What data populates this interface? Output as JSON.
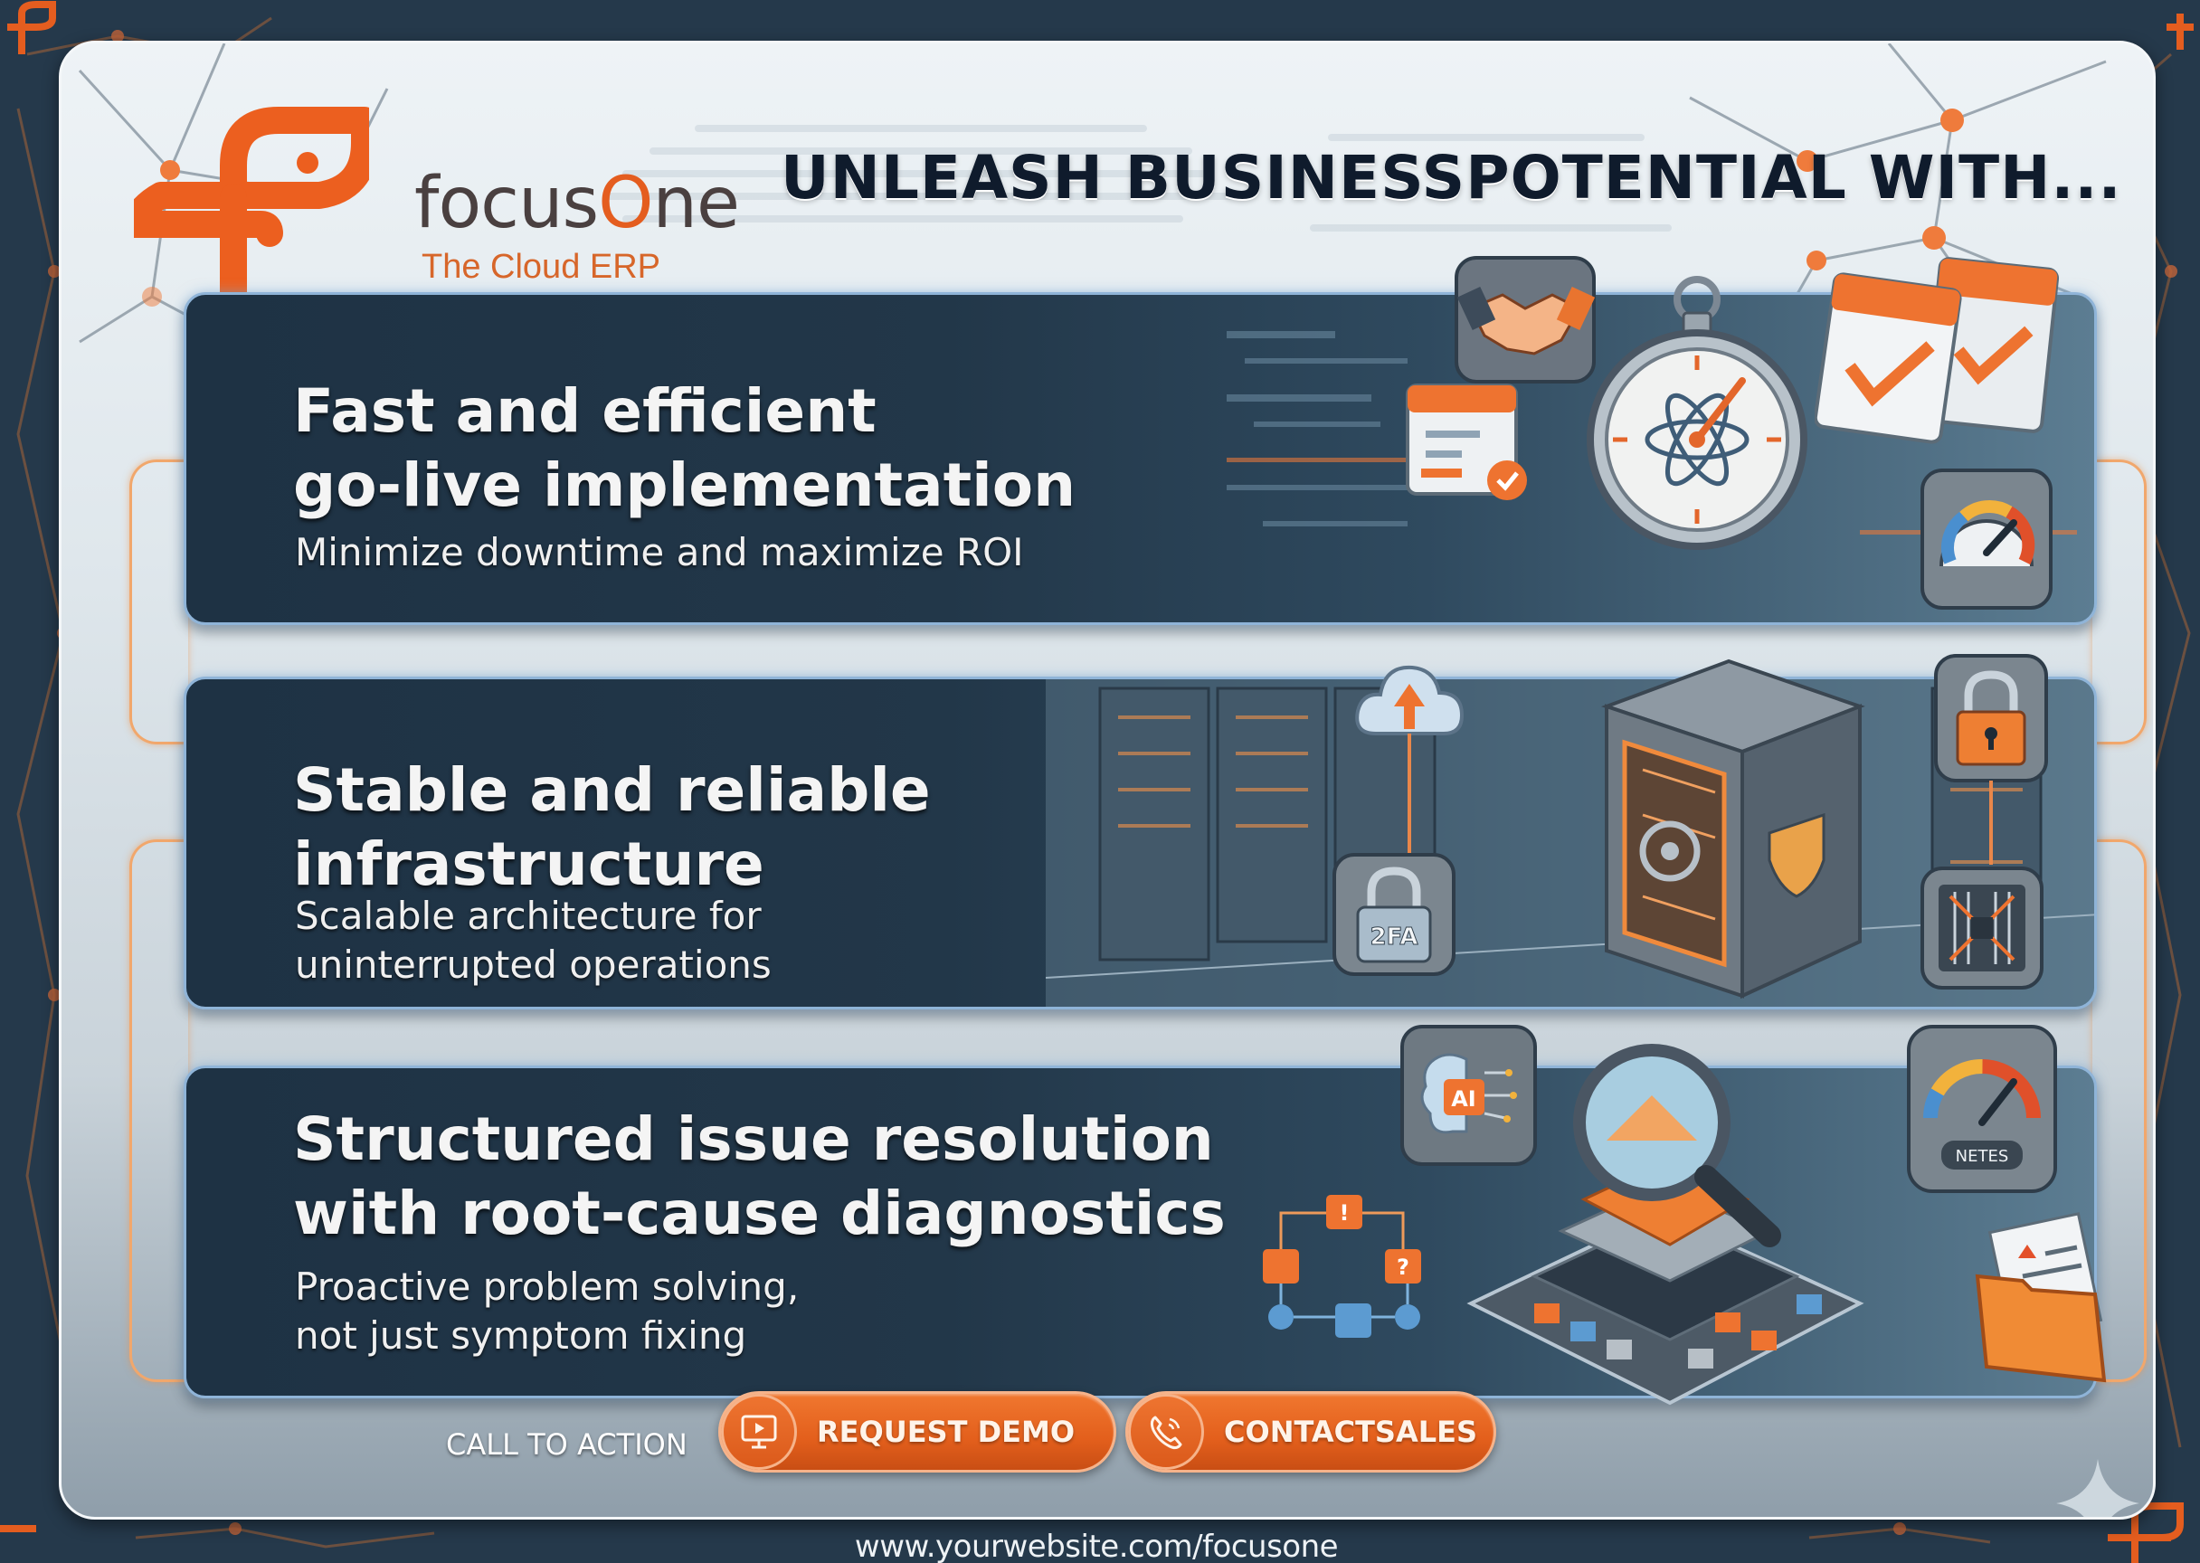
{
  "brand": {
    "name_prefix": "focus",
    "name_o": "O",
    "name_suffix": "ne",
    "tagline": "The Cloud ERP",
    "colors": {
      "orange": "#e45d1f",
      "navy": "#0f1b2c",
      "card_bg": "#1e3244",
      "page_bg": "#25394b"
    }
  },
  "header": {
    "headline": "UNLEASH BUSINESSPOTENTIAL WITH..."
  },
  "features": [
    {
      "title": "Fast and efficient\ngo-live implementation",
      "subtitle": "Minimize downtime and maximize ROI",
      "icons": [
        "handshake-icon",
        "stopwatch-icon",
        "calendar-check-icon",
        "task-calendar-icon",
        "speedometer-icon"
      ]
    },
    {
      "title": "Stable and reliable\ninfrastructure",
      "subtitle": "Scalable architecture for\nuninterrupted operations",
      "icons": [
        "cloud-upload-icon",
        "2fa-lock-icon",
        "safe-vault-icon",
        "padlock-icon",
        "chip-icon"
      ],
      "twofa_label": "2FA"
    },
    {
      "title": "Structured issue resolution\nwith root-cause diagnostics",
      "subtitle": "Proactive problem solving,\nnot just symptom fixing",
      "icons": [
        "ai-brain-icon",
        "flowchart-icon",
        "magnifier-icon",
        "gauge-icon",
        "folder-alert-icon"
      ],
      "ai_label": "AI",
      "gauge_label": "NETES"
    }
  ],
  "cta": {
    "label": "CALL TO ACTION",
    "buttons": [
      {
        "label": "REQUEST DEMO",
        "icon": "monitor-play-icon"
      },
      {
        "label": "CONTACTSALES",
        "icon": "phone-icon"
      }
    ]
  },
  "footer": {
    "url": "www.yourwebsite.com/focusone"
  }
}
